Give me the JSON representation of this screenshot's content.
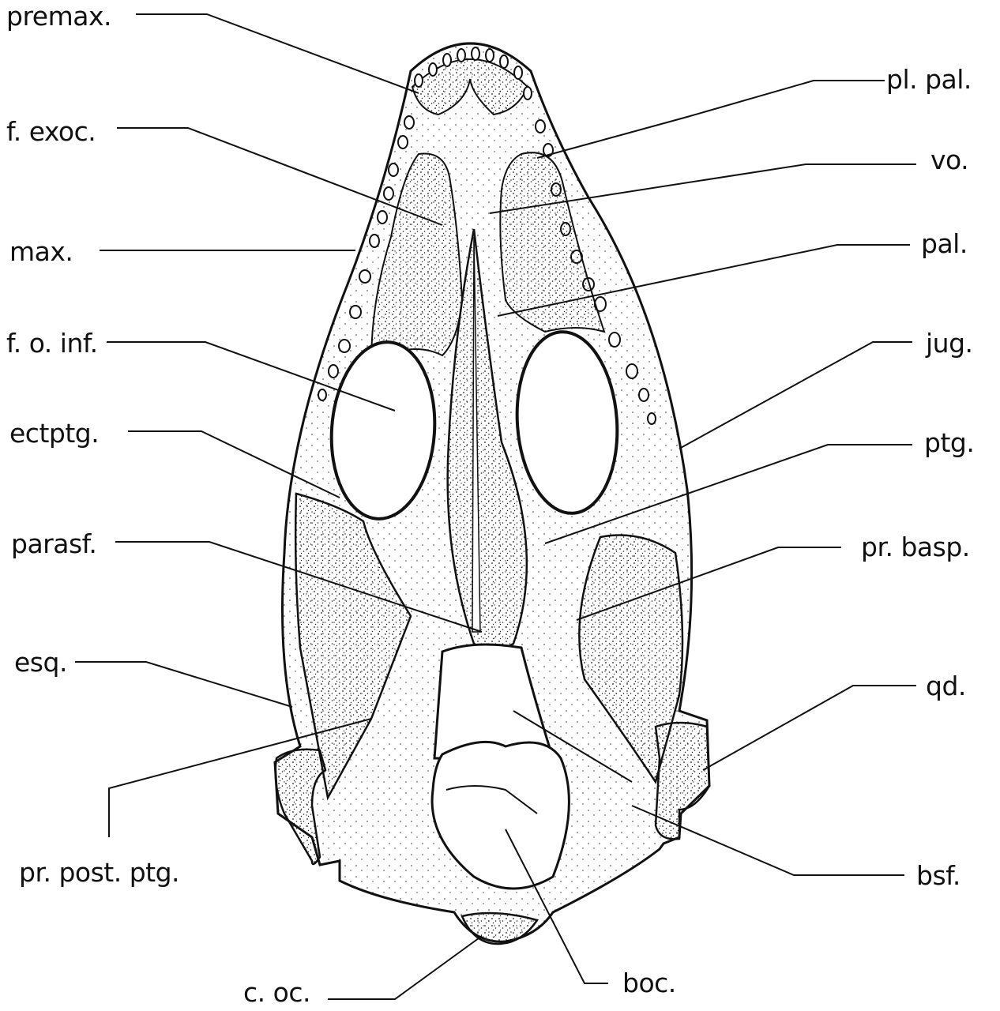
{
  "labels": {
    "premax": "premax.",
    "f_exoc": "f. exoc.",
    "max": "max.",
    "f_o_inf": "f. o. inf.",
    "ectptg": "ectptg.",
    "parasf": "parasf.",
    "esq": "esq.",
    "pr_post_ptg": "pr. post. ptg.",
    "c_oc": "c. oc.",
    "pl_pal": "pl. pal.",
    "vo": "vo.",
    "pal": "pal.",
    "jug": "jug.",
    "ptg": "ptg.",
    "pr_basp": "pr. basp.",
    "qd": "qd.",
    "bsf": "bsf.",
    "boc": "boc."
  },
  "colors": {
    "ink": "#111111",
    "paper": "#ffffff",
    "stipple": "#222222"
  }
}
